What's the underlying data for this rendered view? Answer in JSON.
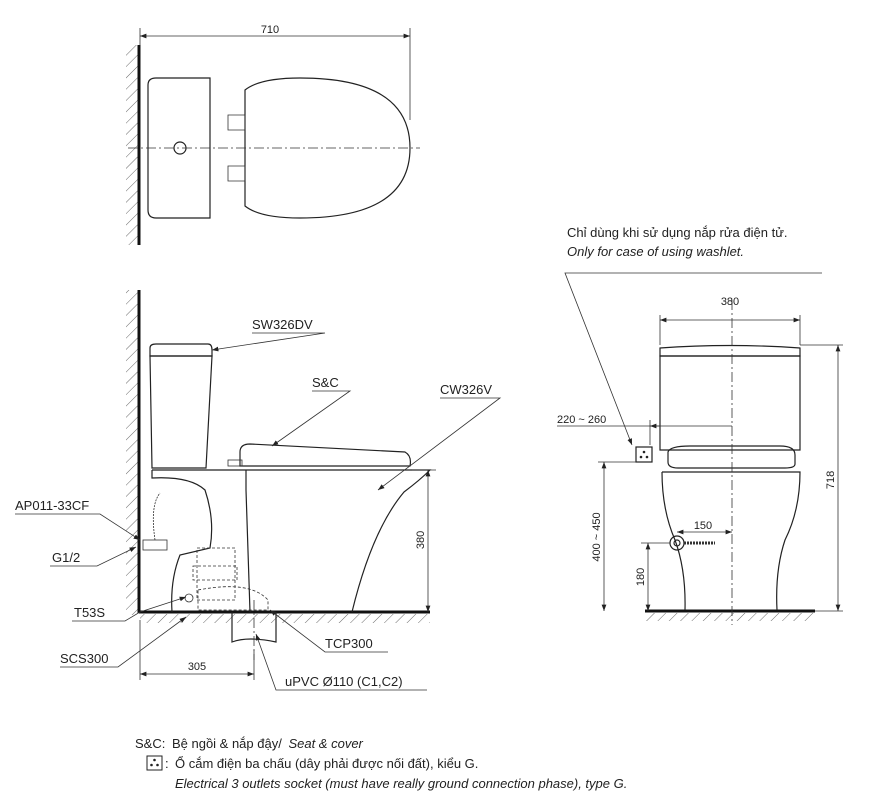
{
  "top_view": {
    "dim_width": "710"
  },
  "side_view": {
    "labels": {
      "tank": "SW326DV",
      "seat": "S&C",
      "bowl": "CW326V",
      "angle_valve": "AP011-33CF",
      "thread": "G1/2",
      "t53s": "T53S",
      "scs300": "SCS300",
      "tcp300": "TCP300",
      "pipe": "uPVC Ø110 (C1,C2)"
    },
    "dim_height": "380",
    "dim_offset": "305"
  },
  "front_view": {
    "note_vi": "Chỉ dùng khi sử dụng nắp rửa điện tử.",
    "note_en": "Only for case of using washlet.",
    "dim_width": "380",
    "dim_height": "718",
    "dim_socket_offset": "220 ~ 260",
    "dim_socket_height": "400 ~ 450",
    "dim_valve_offset": "150",
    "dim_valve_height": "180"
  },
  "legend": {
    "sc_prefix": "S&C:",
    "sc_vi": "Bệ ngồi & nắp đậy/",
    "sc_en": "Seat & cover",
    "socket_prefix": ":",
    "socket_vi": "Ổ cắm điện ba chấu (dây phải được nối đất), kiểu G.",
    "socket_en": "Electrical 3 outlets socket (must have really ground connection phase), type G."
  }
}
